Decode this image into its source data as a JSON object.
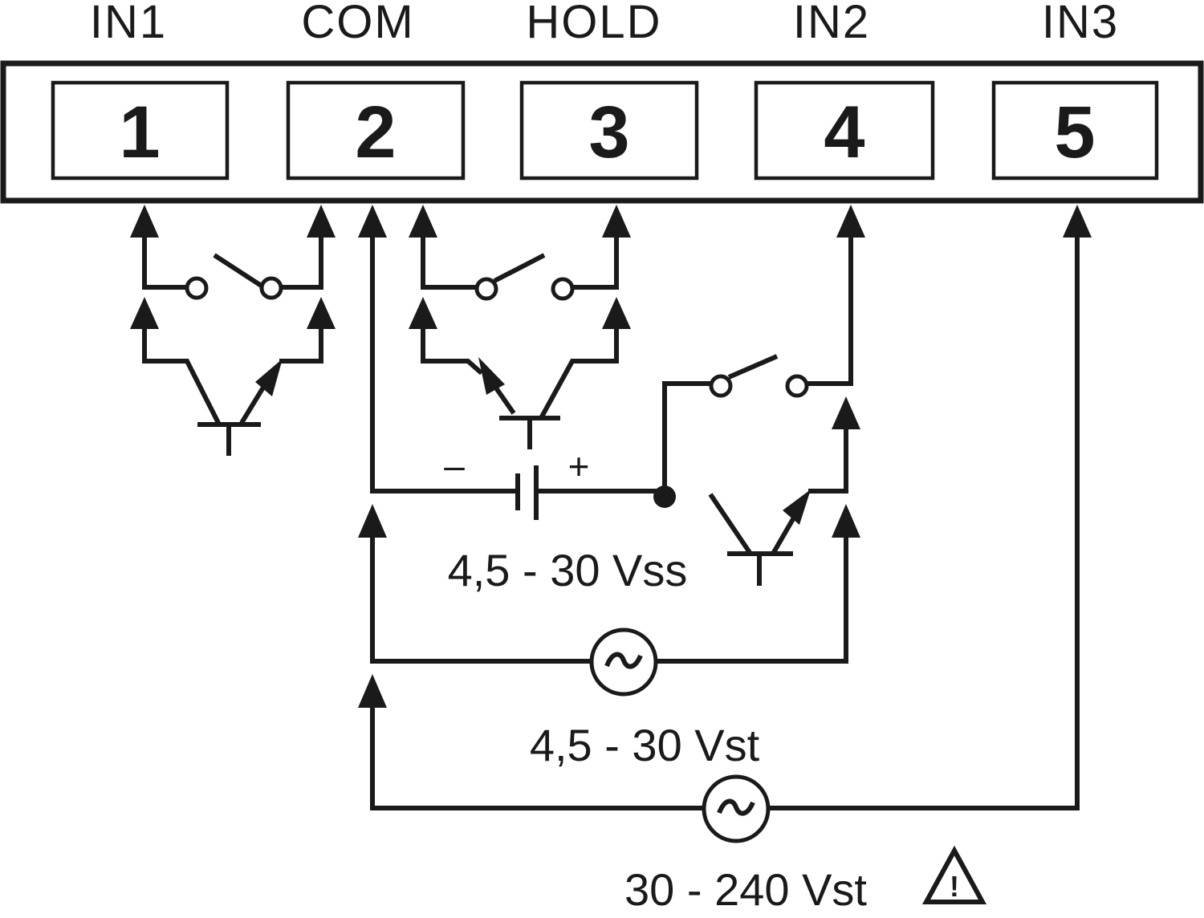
{
  "terminals": [
    {
      "name": "IN1",
      "number": "1"
    },
    {
      "name": "COM",
      "number": "2"
    },
    {
      "name": "HOLD",
      "number": "3"
    },
    {
      "name": "IN2",
      "number": "4"
    },
    {
      "name": "IN3",
      "number": "5"
    }
  ],
  "labels": {
    "battery_minus": "–",
    "battery_plus": "+",
    "dc_range": "4,5 - 30 Vss",
    "ac_low_range": "4,5 - 30 Vst",
    "ac_high_range": "30 - 240 Vst",
    "ac_symbol": "~",
    "warning_mark": "!"
  },
  "colors": {
    "line": "#1a1a1a",
    "background": "#ffffff"
  }
}
